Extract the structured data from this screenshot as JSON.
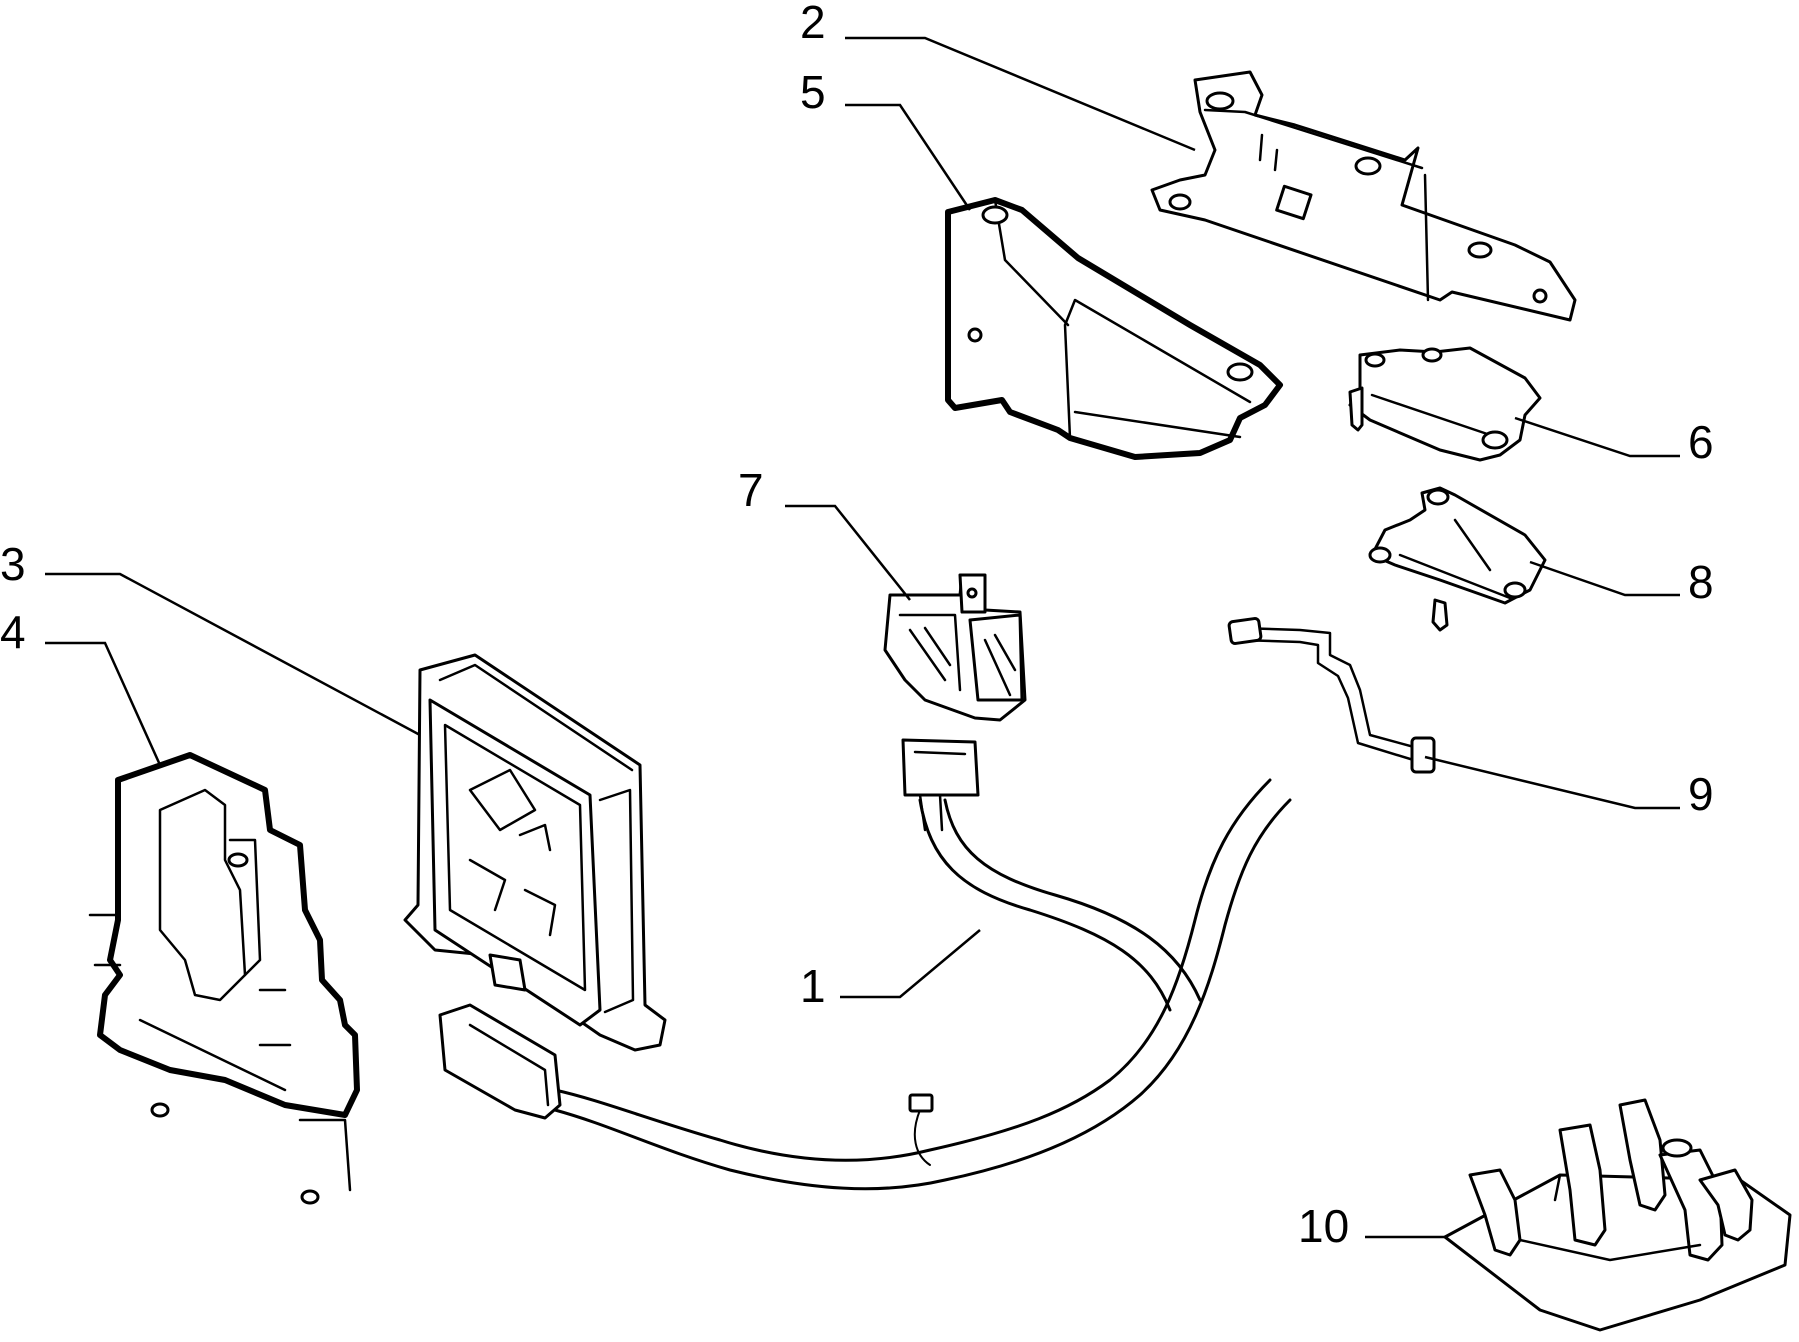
{
  "colors": {
    "line": "#000000",
    "background": "#ffffff"
  },
  "callouts": [
    {
      "label": "1"
    },
    {
      "label": "2"
    },
    {
      "label": "3"
    },
    {
      "label": "4"
    },
    {
      "label": "5"
    },
    {
      "label": "6"
    },
    {
      "label": "7"
    },
    {
      "label": "8"
    },
    {
      "label": "9"
    },
    {
      "label": "10"
    }
  ]
}
